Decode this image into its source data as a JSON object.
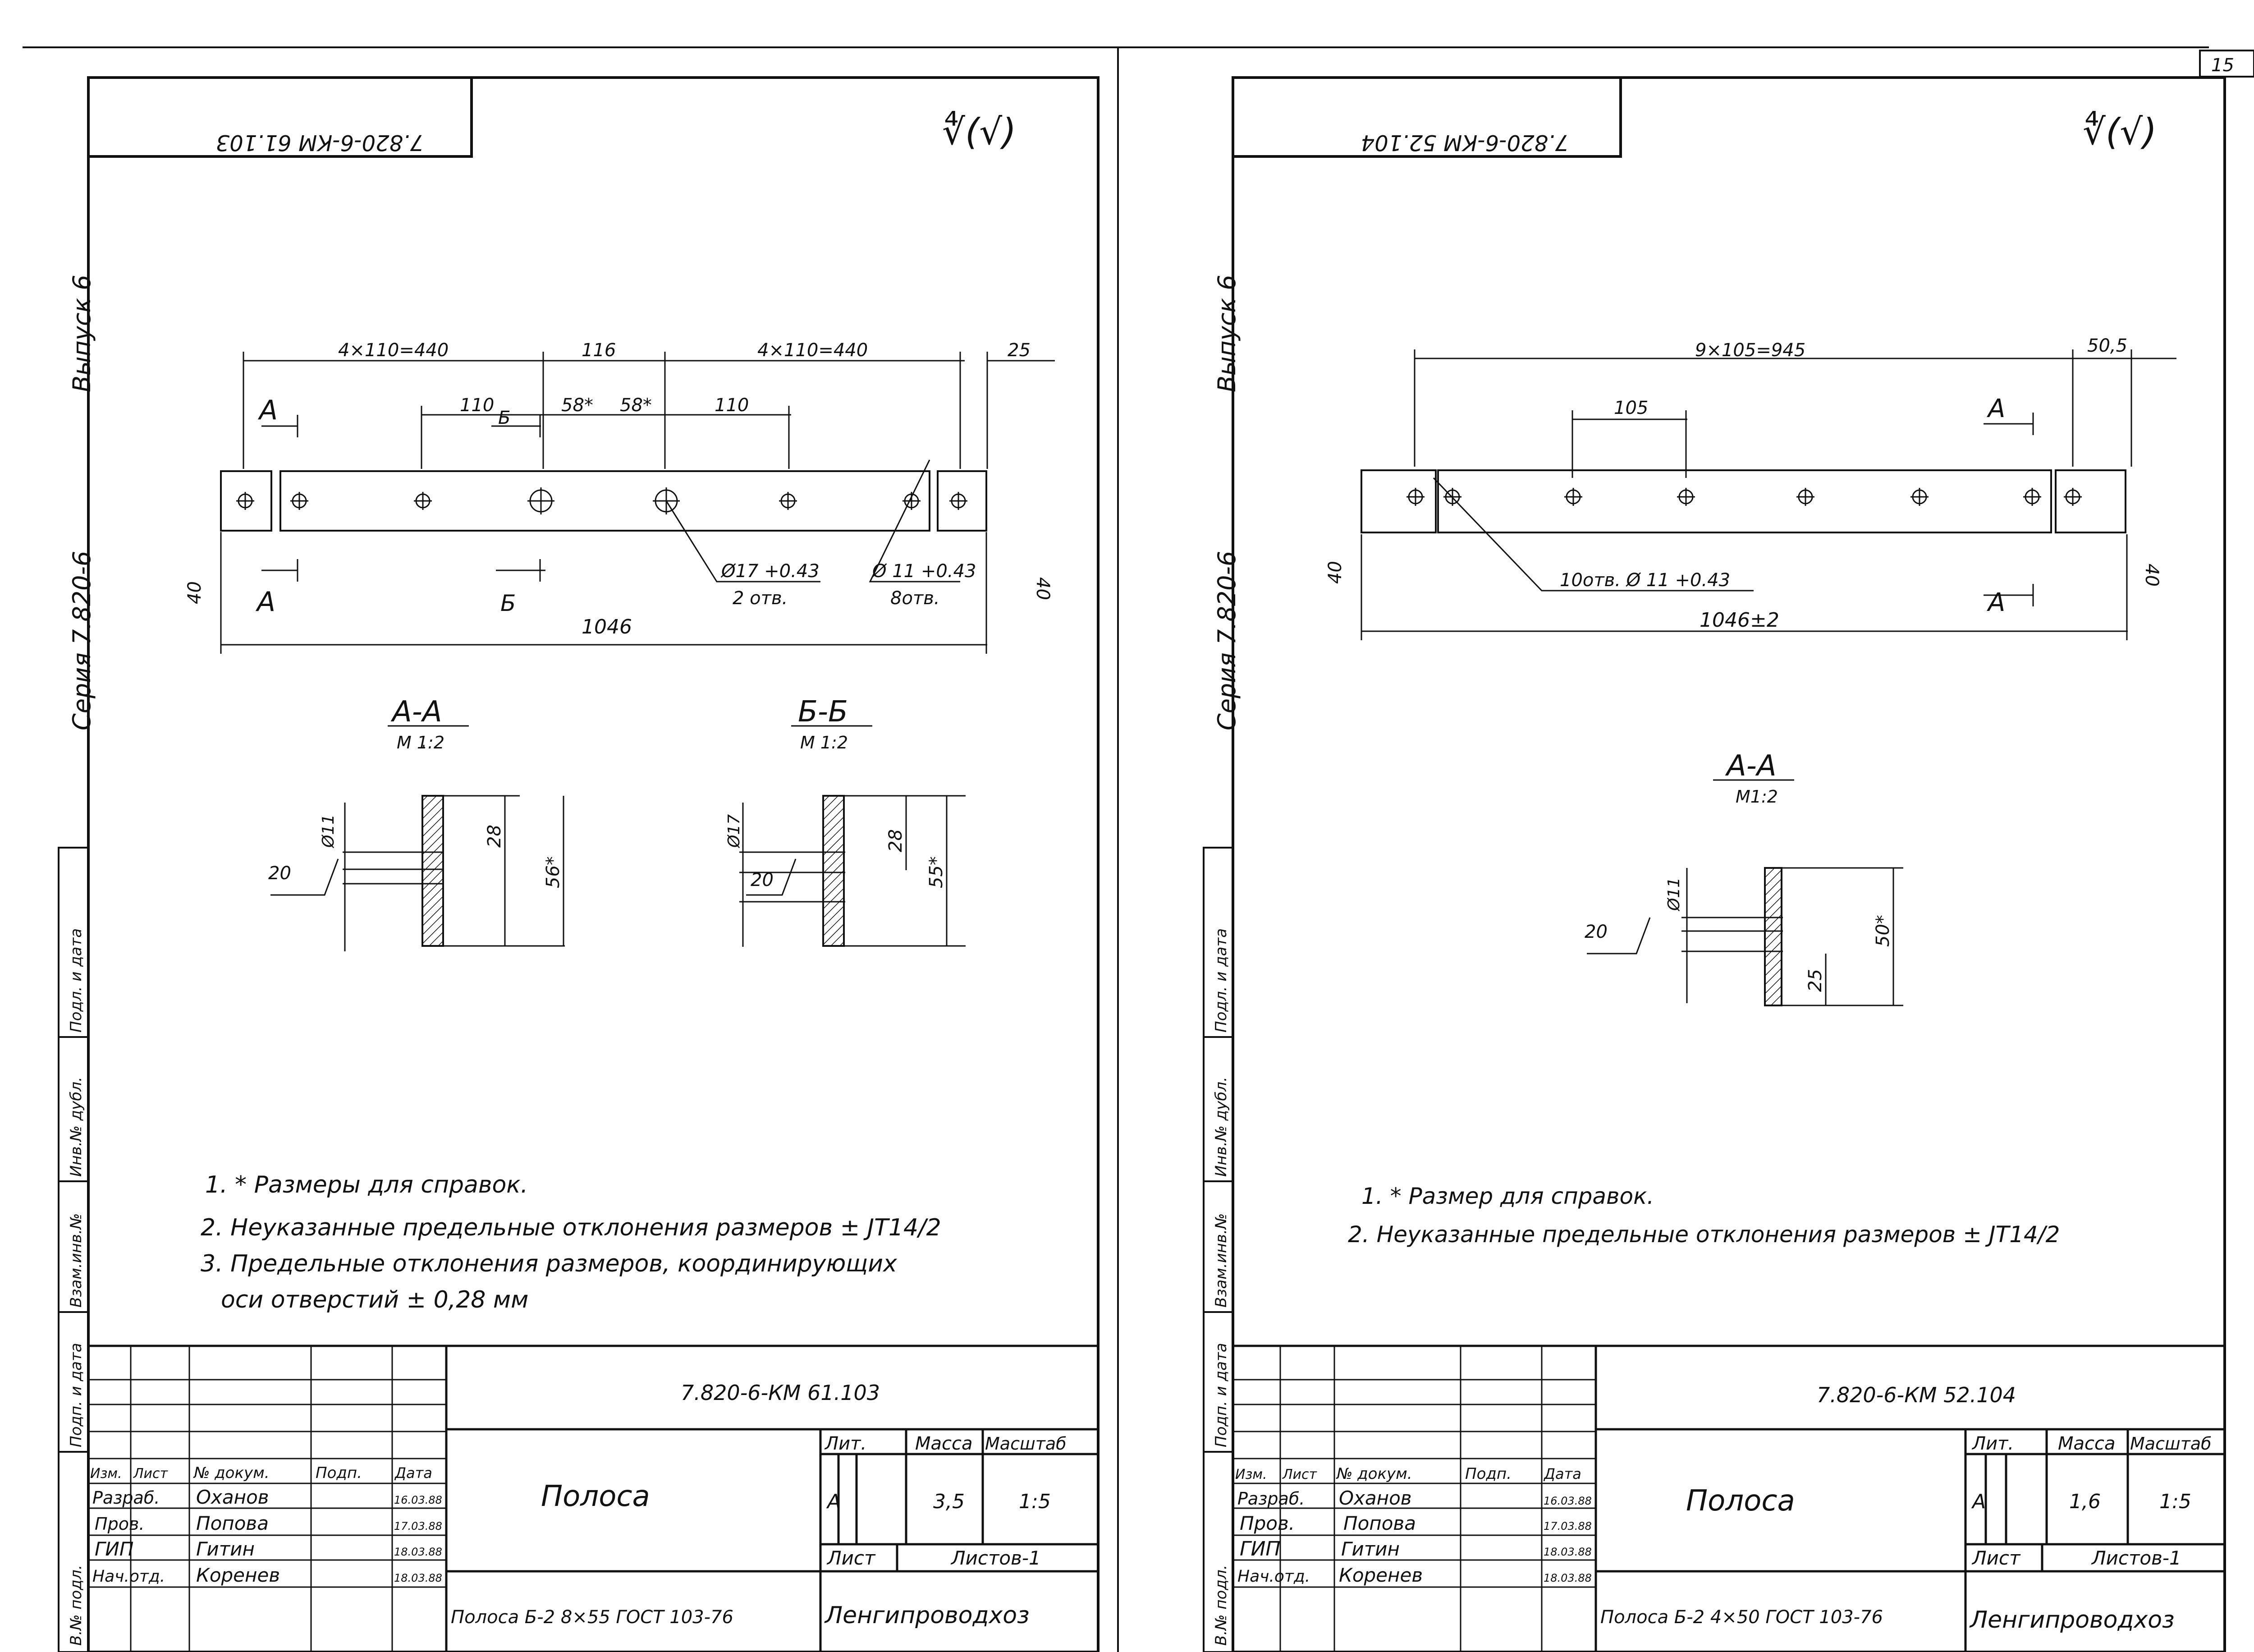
{
  "page_number": "15",
  "sheets": [
    {
      "code_top": "7.820-6-КМ 61.103",
      "roughness": "∜(√)",
      "side": {
        "seriya": "Серия  7.820-6",
        "vypusk": "Выпуск 6"
      },
      "stamp_labels": [
        "Подл. и дата",
        "Инв.№ дубл.",
        "Взам.инв.№",
        "Подп. и дата",
        "В.№ подл."
      ],
      "dims": {
        "d1": "4×110=440",
        "d2": "116",
        "d3": "4×110=440",
        "d4": "25",
        "d5": "110",
        "d6": "58*",
        "d7": "58*",
        "d8": "110",
        "total": "1046",
        "hole1": "Ø17 +0.43",
        "hole1b": "2 отв.",
        "hole2": "Ø 11 +0.43",
        "hole2b": "8отв.",
        "w_left": "40",
        "w_right": "40"
      },
      "section_marks": {
        "a": "А",
        "b": "Б"
      },
      "sections": [
        {
          "title": "А-А",
          "scale": "М 1:2",
          "d_hole": "Ø11",
          "h1": "28",
          "h2": "56*",
          "rough": "20"
        },
        {
          "title": "Б-Б",
          "scale": "М 1:2",
          "d_hole": "Ø17",
          "h1": "28",
          "h2": "55*",
          "rough": "20"
        }
      ],
      "notes": [
        "1. * Размеры для справок.",
        "2. Неуказанные предельные отклонения размеров ± JT14/2",
        "3. Предельные отклонения размеров, координирующих",
        "оси отверстий ± 0,28 мм"
      ],
      "title_block": {
        "code": "7.820-6-КМ 61.103",
        "name": "Полоса",
        "hdr": [
          "Изм.",
          "Лист",
          "№ докум.",
          "Подп.",
          "Дата"
        ],
        "rows": [
          {
            "role": "Разраб.",
            "name": "Оханов",
            "date": "16.03.88"
          },
          {
            "role": "Пров.",
            "name": "Попова",
            "date": "17.03.88"
          },
          {
            "role": "ГИП",
            "name": "Гитин",
            "date": "18.03.88"
          },
          {
            "role": "Нач.отд.",
            "name": "Коренев",
            "date": "18.03.88"
          }
        ],
        "lit": "Лит.",
        "mass_h": "Масса",
        "scale_h": "Масштаб",
        "lit_v": "А",
        "mass_v": "3,5",
        "scale_v": "1:5",
        "sheet": "Лист",
        "sheets": "Листов-1",
        "material": "Полоса  Б-2 8×55 ГОСТ 103-76",
        "org": "Ленгипроводхоз"
      }
    },
    {
      "code_top": "7.820-6-КМ 52.104",
      "roughness": "∜(√)",
      "side": {
        "seriya": "Серия  7.820-6",
        "vypusk": "Выпуск 6"
      },
      "stamp_labels": [
        "Подл. и дата",
        "Инв.№ дубл.",
        "Взам.инв.№",
        "Подп. и дата",
        "В.№ подл."
      ],
      "dims": {
        "d1": "9×105=945",
        "d2": "50,5",
        "d3": "105",
        "total": "1046±2",
        "hole": "10отв. Ø 11 +0.43",
        "w_left": "40",
        "w_right": "40"
      },
      "section_marks": {
        "a": "А"
      },
      "sections": [
        {
          "title": "А-А",
          "scale": "М1:2",
          "d_hole": "Ø11",
          "h1": "25",
          "h2": "50*",
          "rough": "20"
        }
      ],
      "notes": [
        "1. * Размер для справок.",
        "2. Неуказанные предельные отклонения размеров ± JT14/2"
      ],
      "title_block": {
        "code": "7.820-6-КМ 52.104",
        "name": "Полоса",
        "hdr": [
          "Изм.",
          "Лист",
          "№ докум.",
          "Подп.",
          "Дата"
        ],
        "rows": [
          {
            "role": "Разраб.",
            "name": "Оханов",
            "date": "16.03.88"
          },
          {
            "role": "Пров.",
            "name": "Попова",
            "date": "17.03.88"
          },
          {
            "role": "ГИП",
            "name": "Гитин",
            "date": "18.03.88"
          },
          {
            "role": "Нач.отд.",
            "name": "Коренев",
            "date": "18.03.88"
          }
        ],
        "lit": "Лит.",
        "mass_h": "Масса",
        "scale_h": "Масштаб",
        "lit_v": "А",
        "mass_v": "1,6",
        "scale_v": "1:5",
        "sheet": "Лист",
        "sheets": "Листов-1",
        "material": "Полоса  Б-2 4×50 ГОСТ 103-76",
        "org": "Ленгипроводхоз"
      }
    }
  ]
}
